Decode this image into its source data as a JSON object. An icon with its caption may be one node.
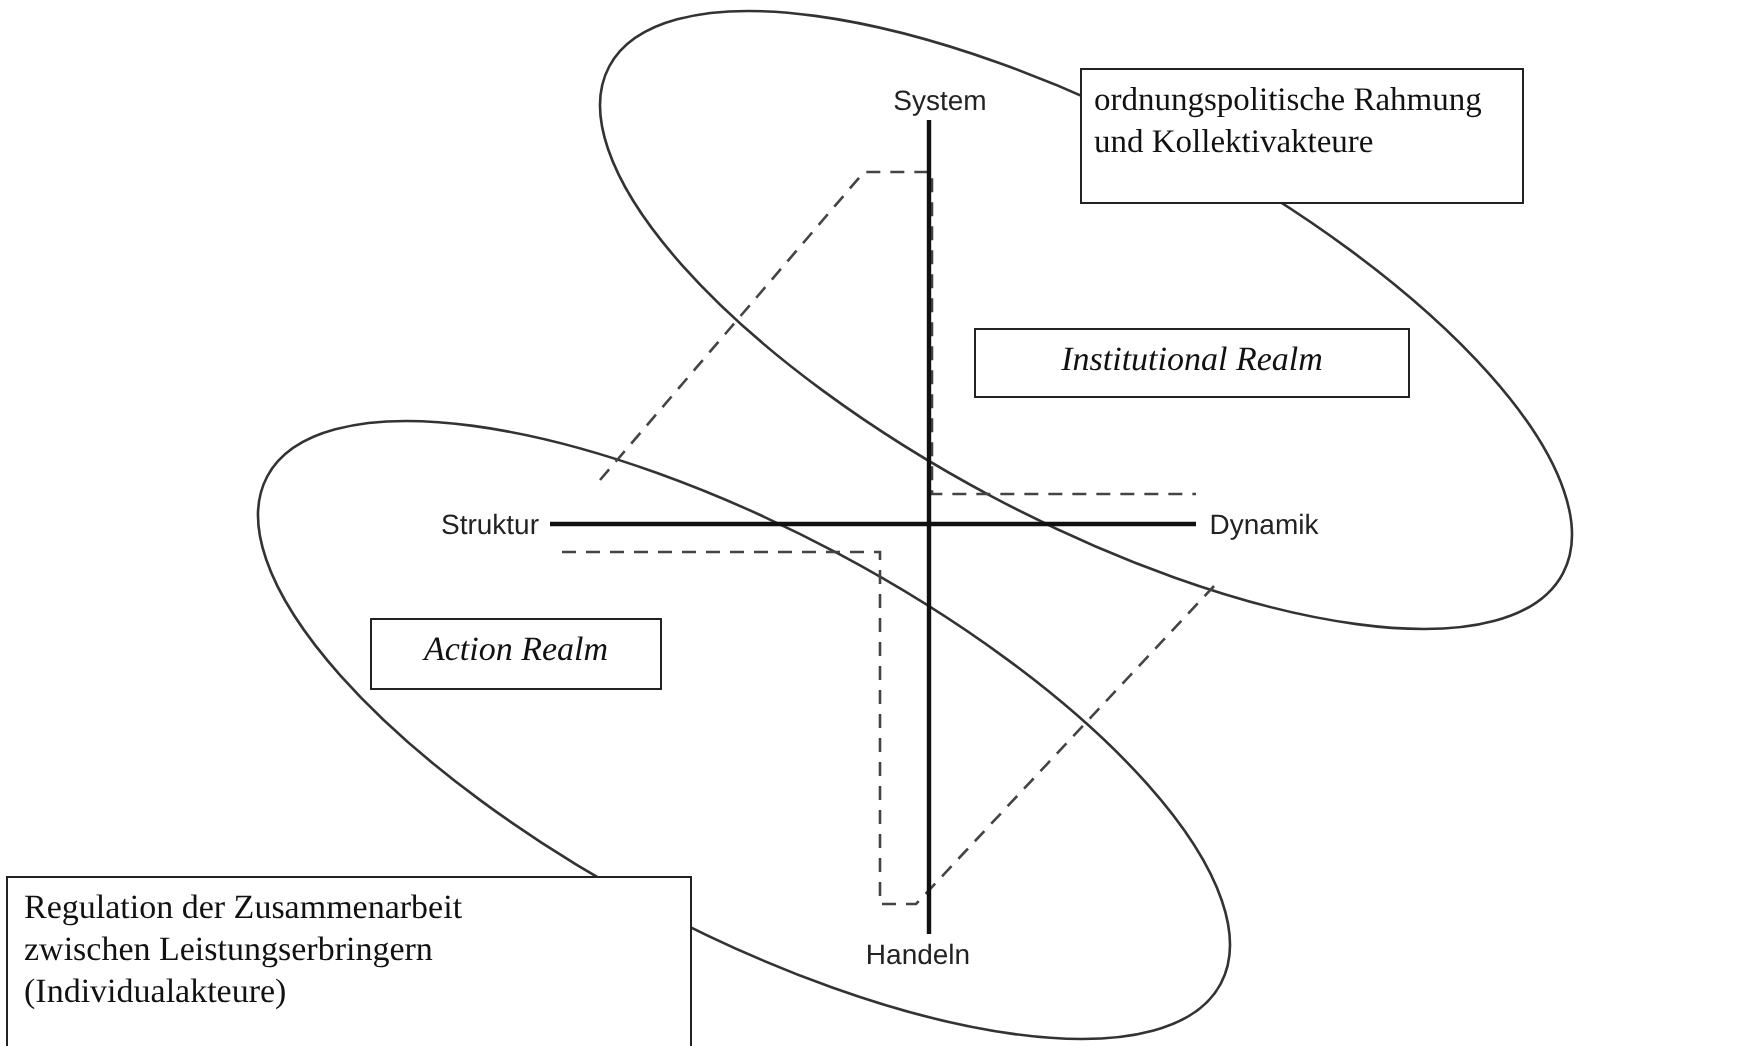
{
  "diagram": {
    "nodes": [
      {
        "text": [],
        "shape": "ellipse"
      },
      {
        "text": [
          "System"
        ],
        "in": 0
      },
      {
        "text": [
          "ordnungspolitische Rahmung und Kollektivakteure"
        ]
      },
      {
        "text": [
          "Institutional Realm"
        ],
        "in": 0
      },
      {
        "text": [
          "Struktur"
        ],
        "in": 6
      },
      {
        "text": [
          "Dynamik"
        ],
        "in": 0
      },
      {
        "text": [],
        "shape": "ellipse"
      },
      {
        "text": [
          "Action Realm"
        ],
        "in": 6
      },
      {
        "text": [
          "Handeln"
        ],
        "in": 6
      },
      {
        "text": [
          "Regulation der Zusammenarbeit zwischen Leistungserbringern (Individualakteure)"
        ]
      }
    ],
    "edges": [
      {
        "from": 1,
        "to": 8,
        "arrow": "none"
      },
      {
        "from": 4,
        "to": 5,
        "arrow": "none"
      }
    ]
  }
}
